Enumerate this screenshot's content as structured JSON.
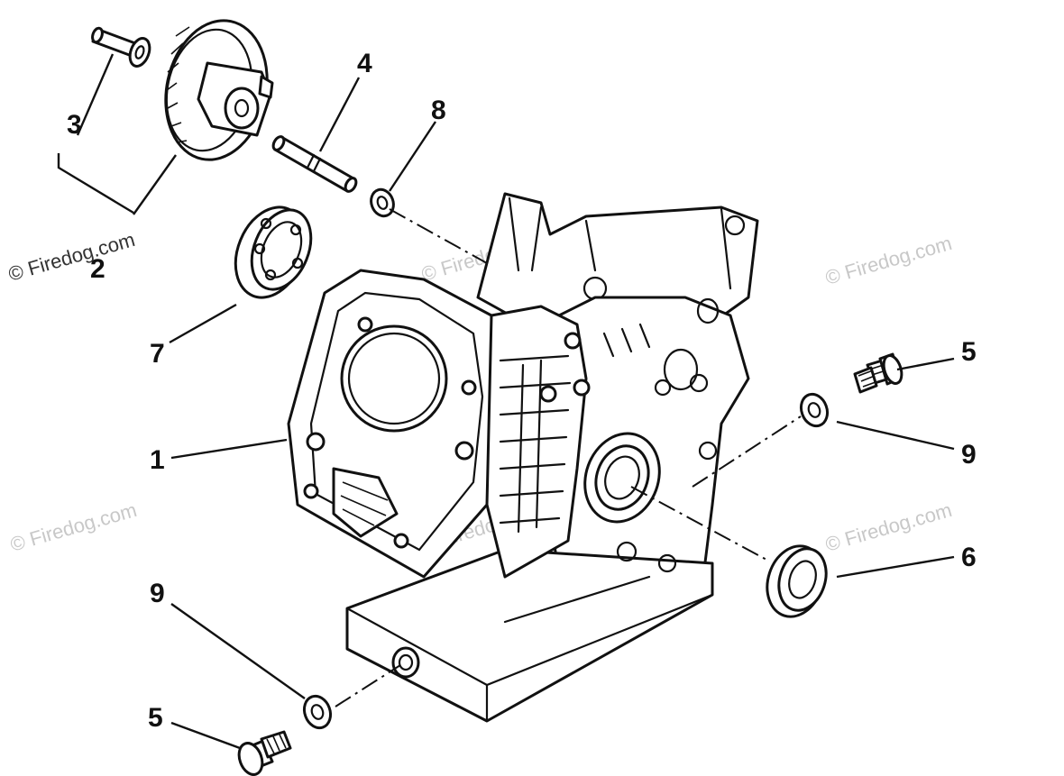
{
  "watermark": "© Firedog.com",
  "callouts": {
    "part1": "1",
    "part2": "2",
    "part3": "3",
    "part4": "4",
    "part5_top": "5",
    "part5_bottom": "5",
    "part6": "6",
    "part7": "7",
    "part8": "8",
    "part9_right": "9",
    "part9_left": "9"
  },
  "icons": {
    "crankcase": "crankcase-icon",
    "governor_gear": "governor-gear-icon",
    "pin": "pin-icon",
    "shaft": "shaft-icon",
    "bearing": "ball-bearing-icon",
    "oil_seal": "oil-seal-icon",
    "washer": "washer-icon",
    "drain_bolt": "drain-bolt-icon",
    "clip": "clip-icon"
  }
}
